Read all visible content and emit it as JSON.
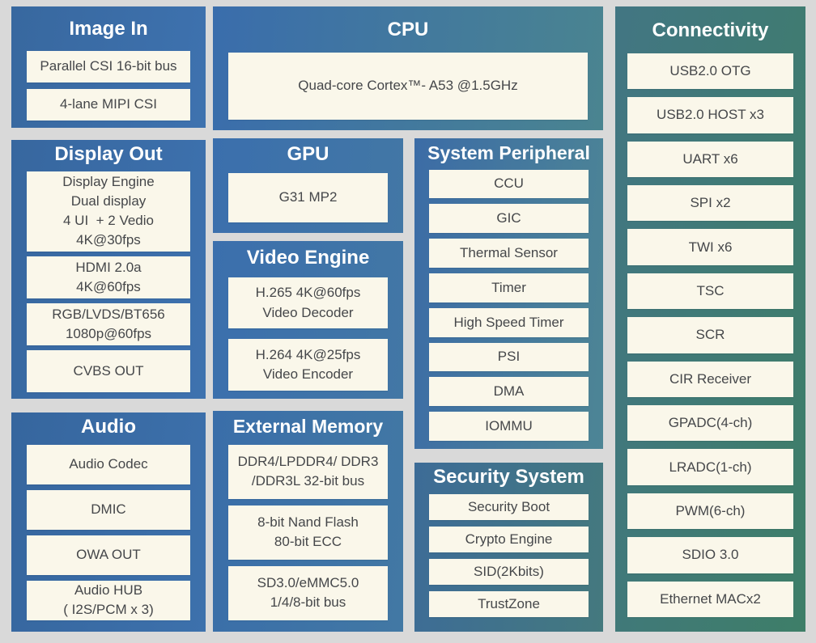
{
  "page": {
    "background_color": "#d9d9d9",
    "box_color": "#faf7ea",
    "text_color": "#45474a",
    "title_color": "#ffffff",
    "accent_blue": "#3a6dac",
    "accent_teal": "#3e7e68"
  },
  "blocks": {
    "image_in": {
      "title": "Image In",
      "items": [
        "Parallel CSI 16-bit bus",
        "4-lane MIPI CSI"
      ]
    },
    "cpu": {
      "title": "CPU",
      "items": [
        "Quad-core Cortex™- A53 @1.5GHz"
      ]
    },
    "connectivity": {
      "title": "Connectivity",
      "items": [
        "USB2.0 OTG",
        "USB2.0 HOST x3",
        "UART x6",
        "SPI x2",
        "TWI x6",
        "TSC",
        "SCR",
        "CIR Receiver",
        "GPADC(4-ch)",
        "LRADC(1-ch)",
        "PWM(6-ch)",
        "SDIO 3.0",
        "Ethernet MACx2"
      ]
    },
    "display_out": {
      "title": "Display Out",
      "items": [
        "Display Engine\nDual display\n4 UI  + 2 Vedio\n4K@30fps",
        "HDMI 2.0a\n4K@60fps",
        "RGB/LVDS/BT656\n1080p@60fps",
        "CVBS OUT"
      ]
    },
    "gpu": {
      "title": "GPU",
      "items": [
        "G31 MP2"
      ]
    },
    "system_peripheral": {
      "title": "System Peripheral",
      "items": [
        "CCU",
        "GIC",
        "Thermal Sensor",
        "Timer",
        "High Speed Timer",
        "PSI",
        "DMA",
        "IOMMU"
      ]
    },
    "video_engine": {
      "title": "Video Engine",
      "items": [
        "H.265 4K@60fps\nVideo Decoder",
        "H.264 4K@25fps\nVideo Encoder"
      ]
    },
    "audio": {
      "title": "Audio",
      "items": [
        "Audio Codec",
        "DMIC",
        "OWA OUT",
        "Audio HUB\n( I2S/PCM x 3)"
      ]
    },
    "external_memory": {
      "title": "External Memory",
      "items": [
        "DDR4/LPDDR4/ DDR3\n/DDR3L 32-bit bus",
        "8-bit Nand Flash\n80-bit ECC",
        "SD3.0/eMMC5.0\n1/4/8-bit bus"
      ]
    },
    "security_system": {
      "title": "Security System",
      "items": [
        "Security Boot",
        "Crypto Engine",
        "SID(2Kbits)",
        "TrustZone"
      ]
    }
  }
}
